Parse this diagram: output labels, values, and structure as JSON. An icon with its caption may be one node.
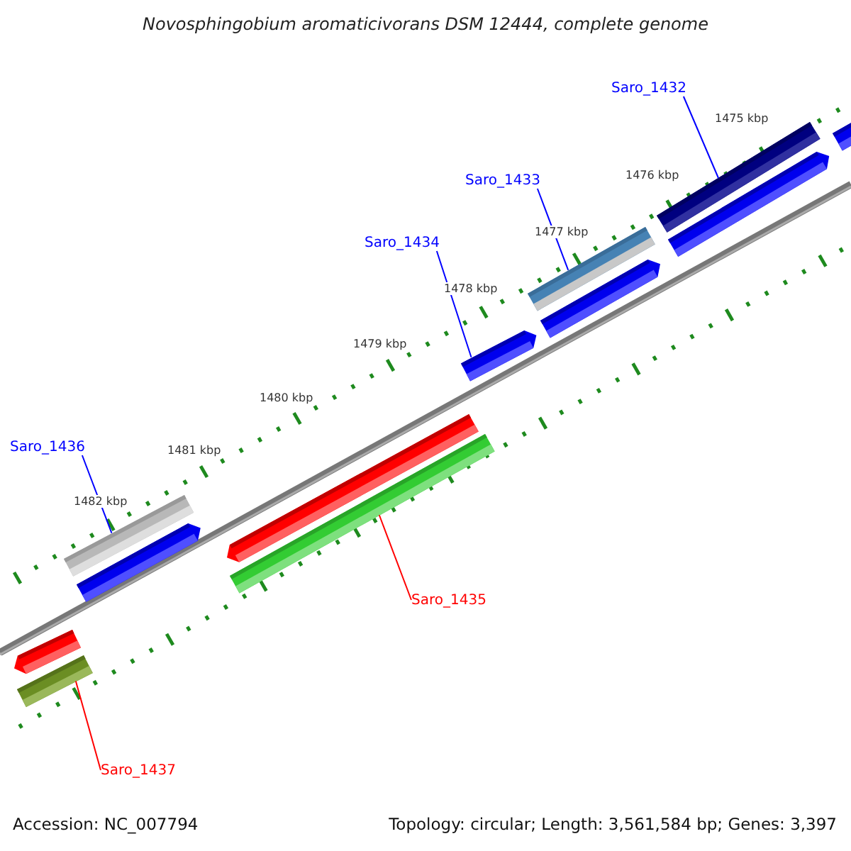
{
  "diagram": {
    "title": "Novosphingobium aromaticivorans DSM 12444, complete genome",
    "nodes": [
      {
        "text": [
          "Saro_1432"
        ]
      },
      {
        "text": [],
        "shape": "bar"
      },
      {
        "text": [
          "Saro_1433"
        ]
      },
      {
        "text": [],
        "shape": "bar"
      },
      {
        "text": [
          "Saro_1434"
        ]
      },
      {
        "text": [],
        "shape": "bar"
      },
      {
        "text": [
          "Saro_1436"
        ]
      },
      {
        "text": [],
        "shape": "bar"
      },
      {
        "text": [
          "Saro_1435"
        ]
      },
      {
        "text": [],
        "shape": "bar"
      },
      {
        "text": [
          "Saro_1437"
        ]
      },
      {
        "text": [],
        "shape": "bar"
      },
      {
        "text": [],
        "shape": "bar"
      },
      {
        "text": [],
        "shape": "bar"
      },
      {
        "text": [],
        "shape": "bar"
      },
      {
        "text": [],
        "shape": "bar"
      },
      {
        "text": [],
        "shape": "bar"
      },
      {
        "text": [],
        "shape": "bar"
      }
    ],
    "edges": [
      {
        "from": 0,
        "to": 1,
        "arrow": "none"
      },
      {
        "from": 2,
        "to": 3,
        "arrow": "none"
      },
      {
        "from": 4,
        "to": 5,
        "arrow": "none"
      },
      {
        "from": 6,
        "to": 7,
        "arrow": "none"
      },
      {
        "from": 8,
        "to": 9,
        "arrow": "none",
        "color": "#ff0000"
      },
      {
        "from": 10,
        "to": 11,
        "arrow": "none",
        "color": "#ff0000"
      }
    ],
    "labels": [
      "1475 kbp",
      "1476 kbp",
      "1477 kbp",
      "1478 kbp",
      "1479 kbp",
      "1480 kbp",
      "1481 kbp",
      "1482 kbp",
      "Accession: NC_007794",
      "Topology: circular; Length: 3,561,584 bp; Genes: 3,397"
    ]
  }
}
